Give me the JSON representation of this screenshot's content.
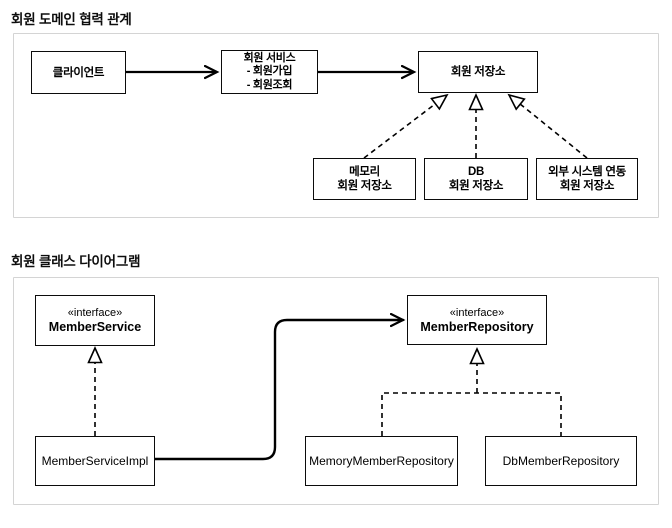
{
  "collaboration_diagram": {
    "title": "회원 도메인 협력 관계",
    "nodes": {
      "client": {
        "label": "클라이언트"
      },
      "member_service": {
        "title": "회원 서비스",
        "items": [
          "- 회원가입",
          "- 회원조회"
        ]
      },
      "member_store": {
        "label": "회원 저장소"
      },
      "memory_store": {
        "line1": "메모리",
        "line2": "회원 저장소"
      },
      "db_store": {
        "line1": "DB",
        "line2": "회원 저장소"
      },
      "external_store": {
        "line1": "외부 시스템 연동",
        "line2": "회원 저장소"
      }
    }
  },
  "class_diagram": {
    "title": "회원 클래스 다이어그램",
    "nodes": {
      "member_service_interface": {
        "stereotype": "«interface»",
        "name": "MemberService"
      },
      "member_repository_interface": {
        "stereotype": "«interface»",
        "name": "MemberRepository"
      },
      "member_service_impl": {
        "name": "MemberServiceImpl"
      },
      "memory_member_repository": {
        "name": "MemoryMemberRepository"
      },
      "db_member_repository": {
        "name": "DbMemberRepository"
      }
    }
  },
  "colors": {
    "line": "#000000",
    "panel_border": "#d4d4d4",
    "box_fill": "#ffffff",
    "text": "#000000"
  }
}
